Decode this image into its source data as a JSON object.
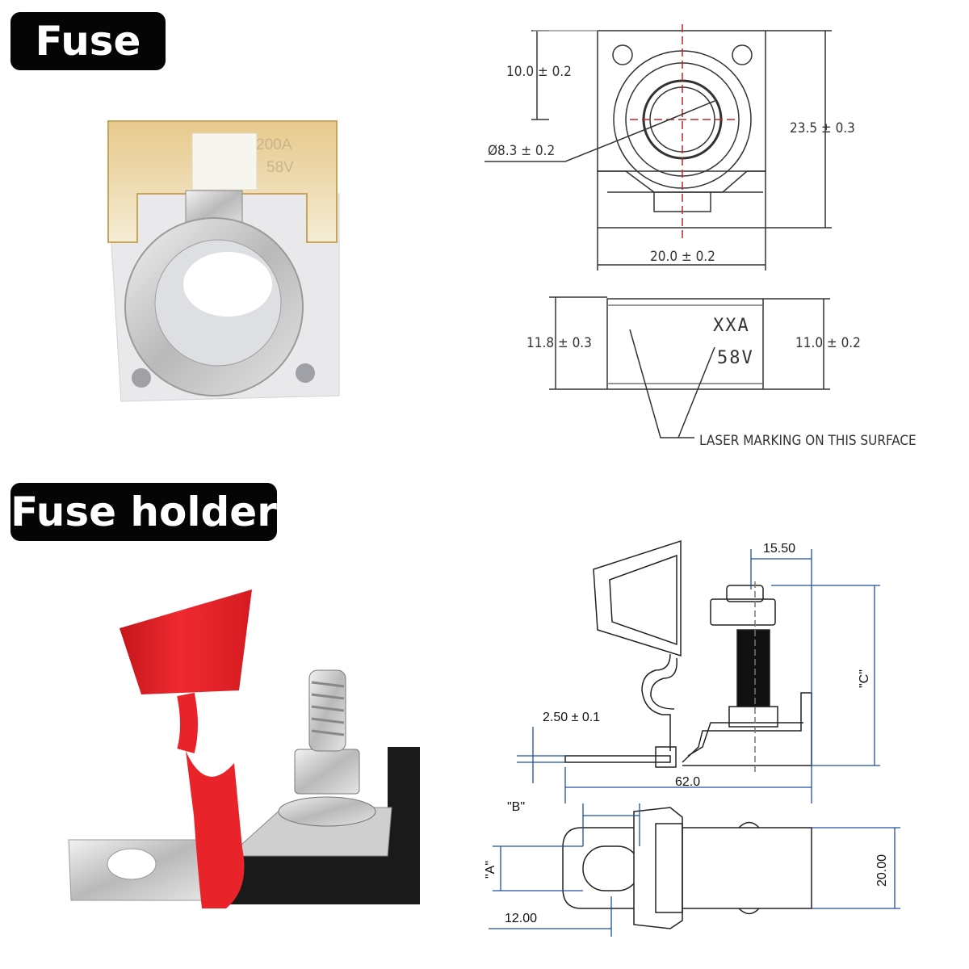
{
  "banners": {
    "fuse": "Fuse",
    "fuse_holder": "Fuse holder"
  },
  "fuse_photo": {
    "rating": "200A",
    "voltage": "58V"
  },
  "fuse_drawing": {
    "dim_height_to_center": "10.0 ± 0.2",
    "dim_diameter": "Ø8.3 ± 0.2",
    "dim_total_height": "23.5 ± 0.3",
    "dim_width": "20.0 ± 0.2",
    "dim_left_thickness": "11.8 ± 0.3",
    "dim_right_thickness": "11.0 ± 0.2",
    "marking_rating": "XXA",
    "marking_voltage": "58V",
    "laser_note": "LASER MARKING ON THIS SURFACE"
  },
  "holder_drawing": {
    "dim_top": "15.50",
    "dim_thickness": "2.50 ± 0.1",
    "dim_length": "62.0",
    "dim_c": "\"C\"",
    "dim_b": "\"B\"",
    "dim_a": "\"A\"",
    "dim_hole": "12.00",
    "dim_width": "20.00"
  },
  "colors": {
    "cap_red": "#e8232a",
    "base_black": "#1a1a1a",
    "dim_blue": "#1f4fa0"
  }
}
